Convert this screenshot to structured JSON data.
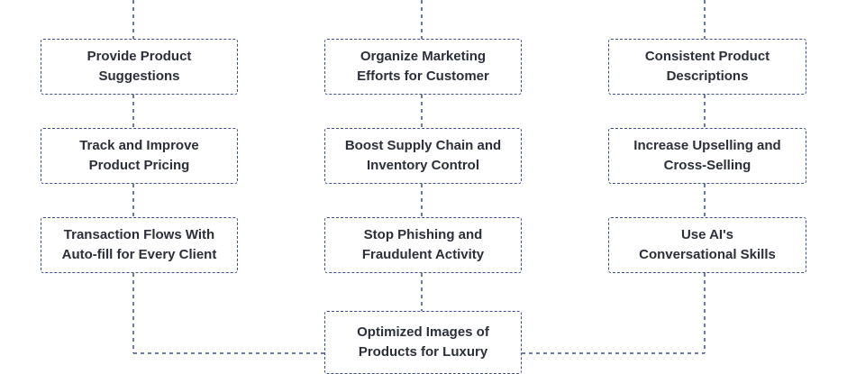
{
  "colors": {
    "border": "#3d4f8a",
    "connector": "#3d4f8a",
    "text": "#2b2f3a",
    "background": "#ffffff"
  },
  "nodes": {
    "col1": [
      {
        "line1": "Provide Product",
        "line2": "Suggestions"
      },
      {
        "line1": "Track and Improve",
        "line2": "Product Pricing"
      },
      {
        "line1": "Transaction Flows With",
        "line2": "Auto-fill for Every Client"
      }
    ],
    "col2": [
      {
        "line1": "Organize Marketing",
        "line2": "Efforts for Customer"
      },
      {
        "line1": "Boost Supply Chain and",
        "line2": "Inventory Control"
      },
      {
        "line1": "Stop Phishing and",
        "line2": "Fraudulent Activity"
      }
    ],
    "col3": [
      {
        "line1": "Consistent Product",
        "line2": "Descriptions"
      },
      {
        "line1": "Increase Upselling and",
        "line2": "Cross-Selling"
      },
      {
        "line1": "Use AI's",
        "line2": "Conversational Skills"
      }
    ],
    "bottom": {
      "line1": "Optimized Images of",
      "line2": "Products for Luxury"
    }
  }
}
